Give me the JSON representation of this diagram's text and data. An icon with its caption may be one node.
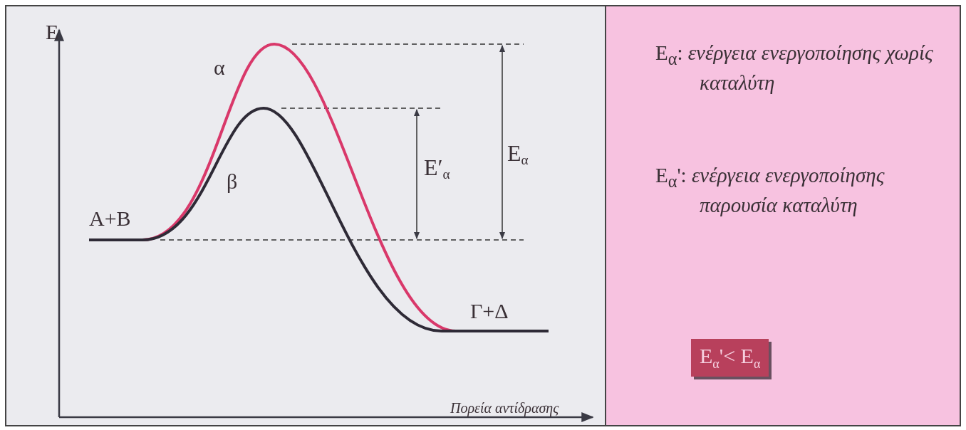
{
  "diagram": {
    "nodes": [
      {
        "text": [
          "E$_{α}$'< E$_{α}$"
        ]
      }
    ],
    "labels": [
      "E",
      "α",
      "β",
      "A+B",
      "E′$_{α}$",
      "E$_{α}$",
      "Γ+Δ",
      "Πορεία αντίδρασης",
      "E$_{α}$: *ενέργεια ενεργοποίησης χωρίς καταλύτη*",
      "E$_{α}$': *ενέργεια ενεργοποίησης παρουσία καταλύτη*"
    ]
  }
}
